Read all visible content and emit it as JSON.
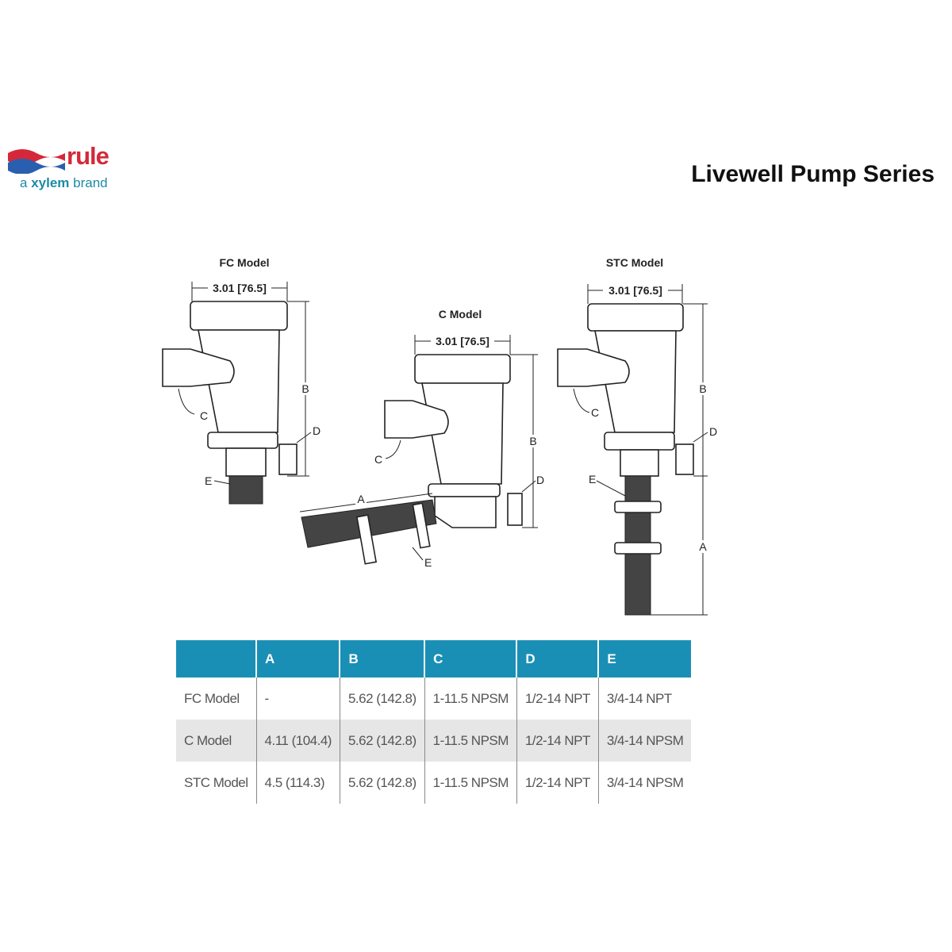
{
  "brand": {
    "wordmark": "rule",
    "tagline_prefix": "a",
    "tagline_brand": "xylem",
    "tagline_suffix": "brand",
    "colors": {
      "red": "#d4283a",
      "blue": "#2a5fb0",
      "teal": "#1e8aa6"
    }
  },
  "header": {
    "title": "Livewell Pump Series"
  },
  "diagrams": {
    "fc": {
      "title": "FC Model",
      "width_dim": "3.01 [76.5]",
      "labels": {
        "b": "B",
        "c": "C",
        "d": "D",
        "e": "E"
      }
    },
    "c": {
      "title": "C Model",
      "width_dim": "3.01 [76.5]",
      "labels": {
        "a": "A",
        "b": "B",
        "c": "C",
        "d": "D",
        "e": "E"
      }
    },
    "stc": {
      "title": "STC Model",
      "width_dim": "3.01 [76.5]",
      "labels": {
        "a": "A",
        "b": "B",
        "c": "C",
        "d": "D",
        "e": "E"
      }
    }
  },
  "table": {
    "header_color": "#1a8fb5",
    "columns": [
      "",
      "A",
      "B",
      "C",
      "D",
      "E"
    ],
    "rows": [
      [
        "FC Model",
        "-",
        "5.62 (142.8)",
        "1-11.5 NPSM",
        "1/2-14 NPT",
        "3/4-14 NPT"
      ],
      [
        "C Model",
        "4.11 (104.4)",
        "5.62 (142.8)",
        "1-11.5 NPSM",
        "1/2-14 NPT",
        "3/4-14 NPSM"
      ],
      [
        "STC Model",
        "4.5 (114.3)",
        "5.62 (142.8)",
        "1-11.5 NPSM",
        "1/2-14 NPT",
        "3/4-14 NPSM"
      ]
    ]
  }
}
